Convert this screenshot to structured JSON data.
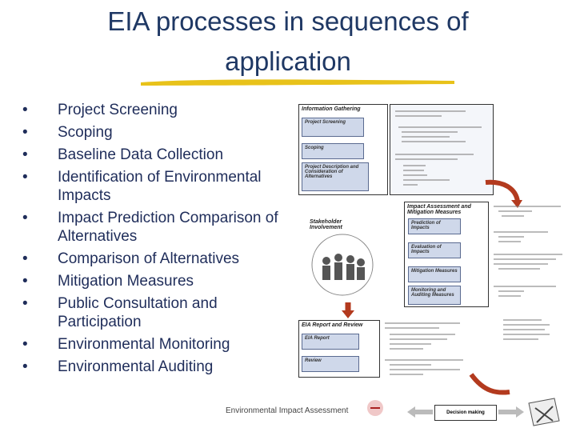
{
  "slide": {
    "title_line1": "EIA processes in sequences of",
    "title_line2": "application",
    "bullets": [
      "Project Screening",
      "Scoping",
      "Baseline Data Collection",
      "Identification of Environmental Impacts",
      "Impact Prediction Comparison of Alternatives",
      "Comparison of Alternatives",
      "Mitigation Measures",
      "Public Consultation and Participation",
      "Environmental Monitoring",
      "Environmental Auditing"
    ],
    "footer": "Environmental Impact Assessment"
  },
  "diagram": {
    "info_gathering": "Information Gathering",
    "stages_top": [
      "Project Screening",
      "Scoping",
      "Project Description and Consideration of Alternatives"
    ],
    "impact_assessment": "Impact Assessment and Mitigation Measures",
    "stages_mid": [
      "Prediction of Impacts",
      "Evaluation of Impacts",
      "Mitigation Measures",
      "Monitoring and Auditing Measures"
    ],
    "stakeholder": "Stakeholder Involvement",
    "eia_report_review": "EIA Report and Review",
    "stages_bottom": [
      "EIA Report",
      "Review"
    ],
    "decision_making": "Decision making"
  },
  "colors": {
    "title": "#1f3864",
    "bullet_text": "#1f2d5a",
    "underline": "#e8c21a",
    "stage_fill": "#cfd8ea",
    "arrow": "#b33a1e"
  }
}
